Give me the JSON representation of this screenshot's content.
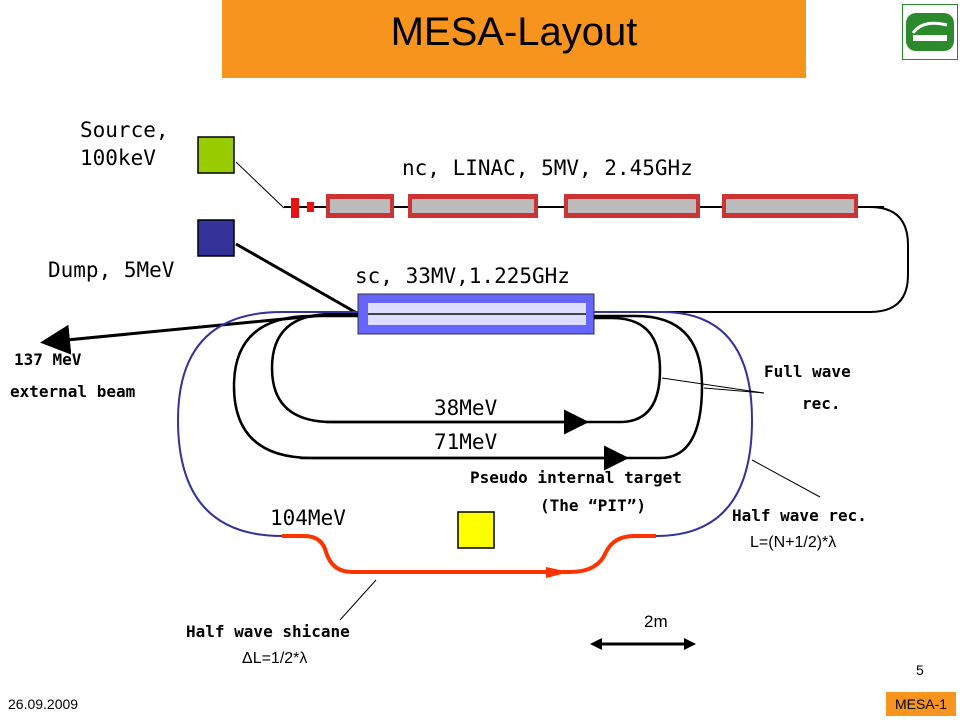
{
  "slide": {
    "title": "MESA-Layout",
    "date": "26.09.2009",
    "page_number": "5",
    "footer_tag": "MESA-1"
  },
  "labels": {
    "source_line1": "Source,",
    "source_line2": "100keV",
    "dump": "Dump, 5MeV",
    "linac": "nc, LINAC, 5MV, 2.45GHz",
    "sc_cavity": "sc, 33MV,1.225GHz",
    "external_beam_line1": "137 MeV",
    "external_beam_line2": "external beam",
    "full_wave_line1": "Full wave",
    "full_wave_line2": "rec.",
    "energy_38": "38MeV",
    "energy_71": "71MeV",
    "energy_104": "104MeV",
    "pit_line1": "Pseudo internal target",
    "pit_line2": "(The “PIT”)",
    "half_wave_rec": "Half wave rec.",
    "half_wave_formula": "L=(N+1/2)*λ",
    "shicane_line1": "Half wave shicane",
    "shicane_formula": "ΔL=1/2*λ",
    "scale": "2m"
  },
  "colors": {
    "title_bar": "#f7941d",
    "source": "#99cc00",
    "dump": "#333399",
    "cavity_red": "#cc3333",
    "sc_cavity": "#6666ff",
    "half_wave_arc": "#333399",
    "shicane": "#ff3300",
    "pit_target": "#ffff00"
  }
}
